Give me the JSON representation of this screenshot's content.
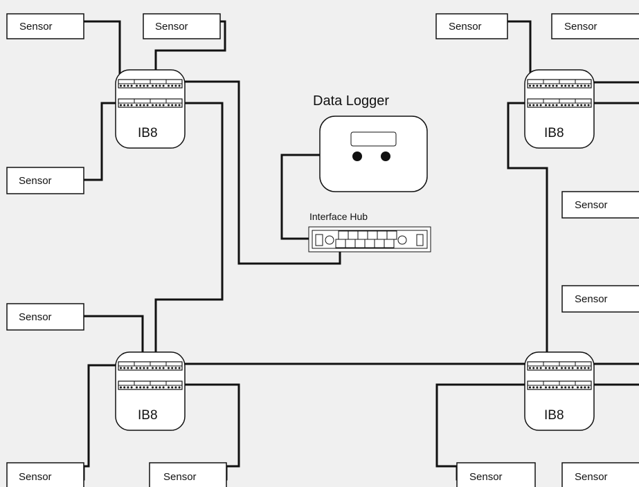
{
  "sensor_label": "Sensor",
  "ib8_label": "IB8",
  "data_logger": {
    "title": "Data Logger"
  },
  "interface_hub": {
    "label": "Interface Hub"
  },
  "colors": {
    "background": "#f0f0f0",
    "line": "#111111",
    "box": "#ffffff"
  }
}
